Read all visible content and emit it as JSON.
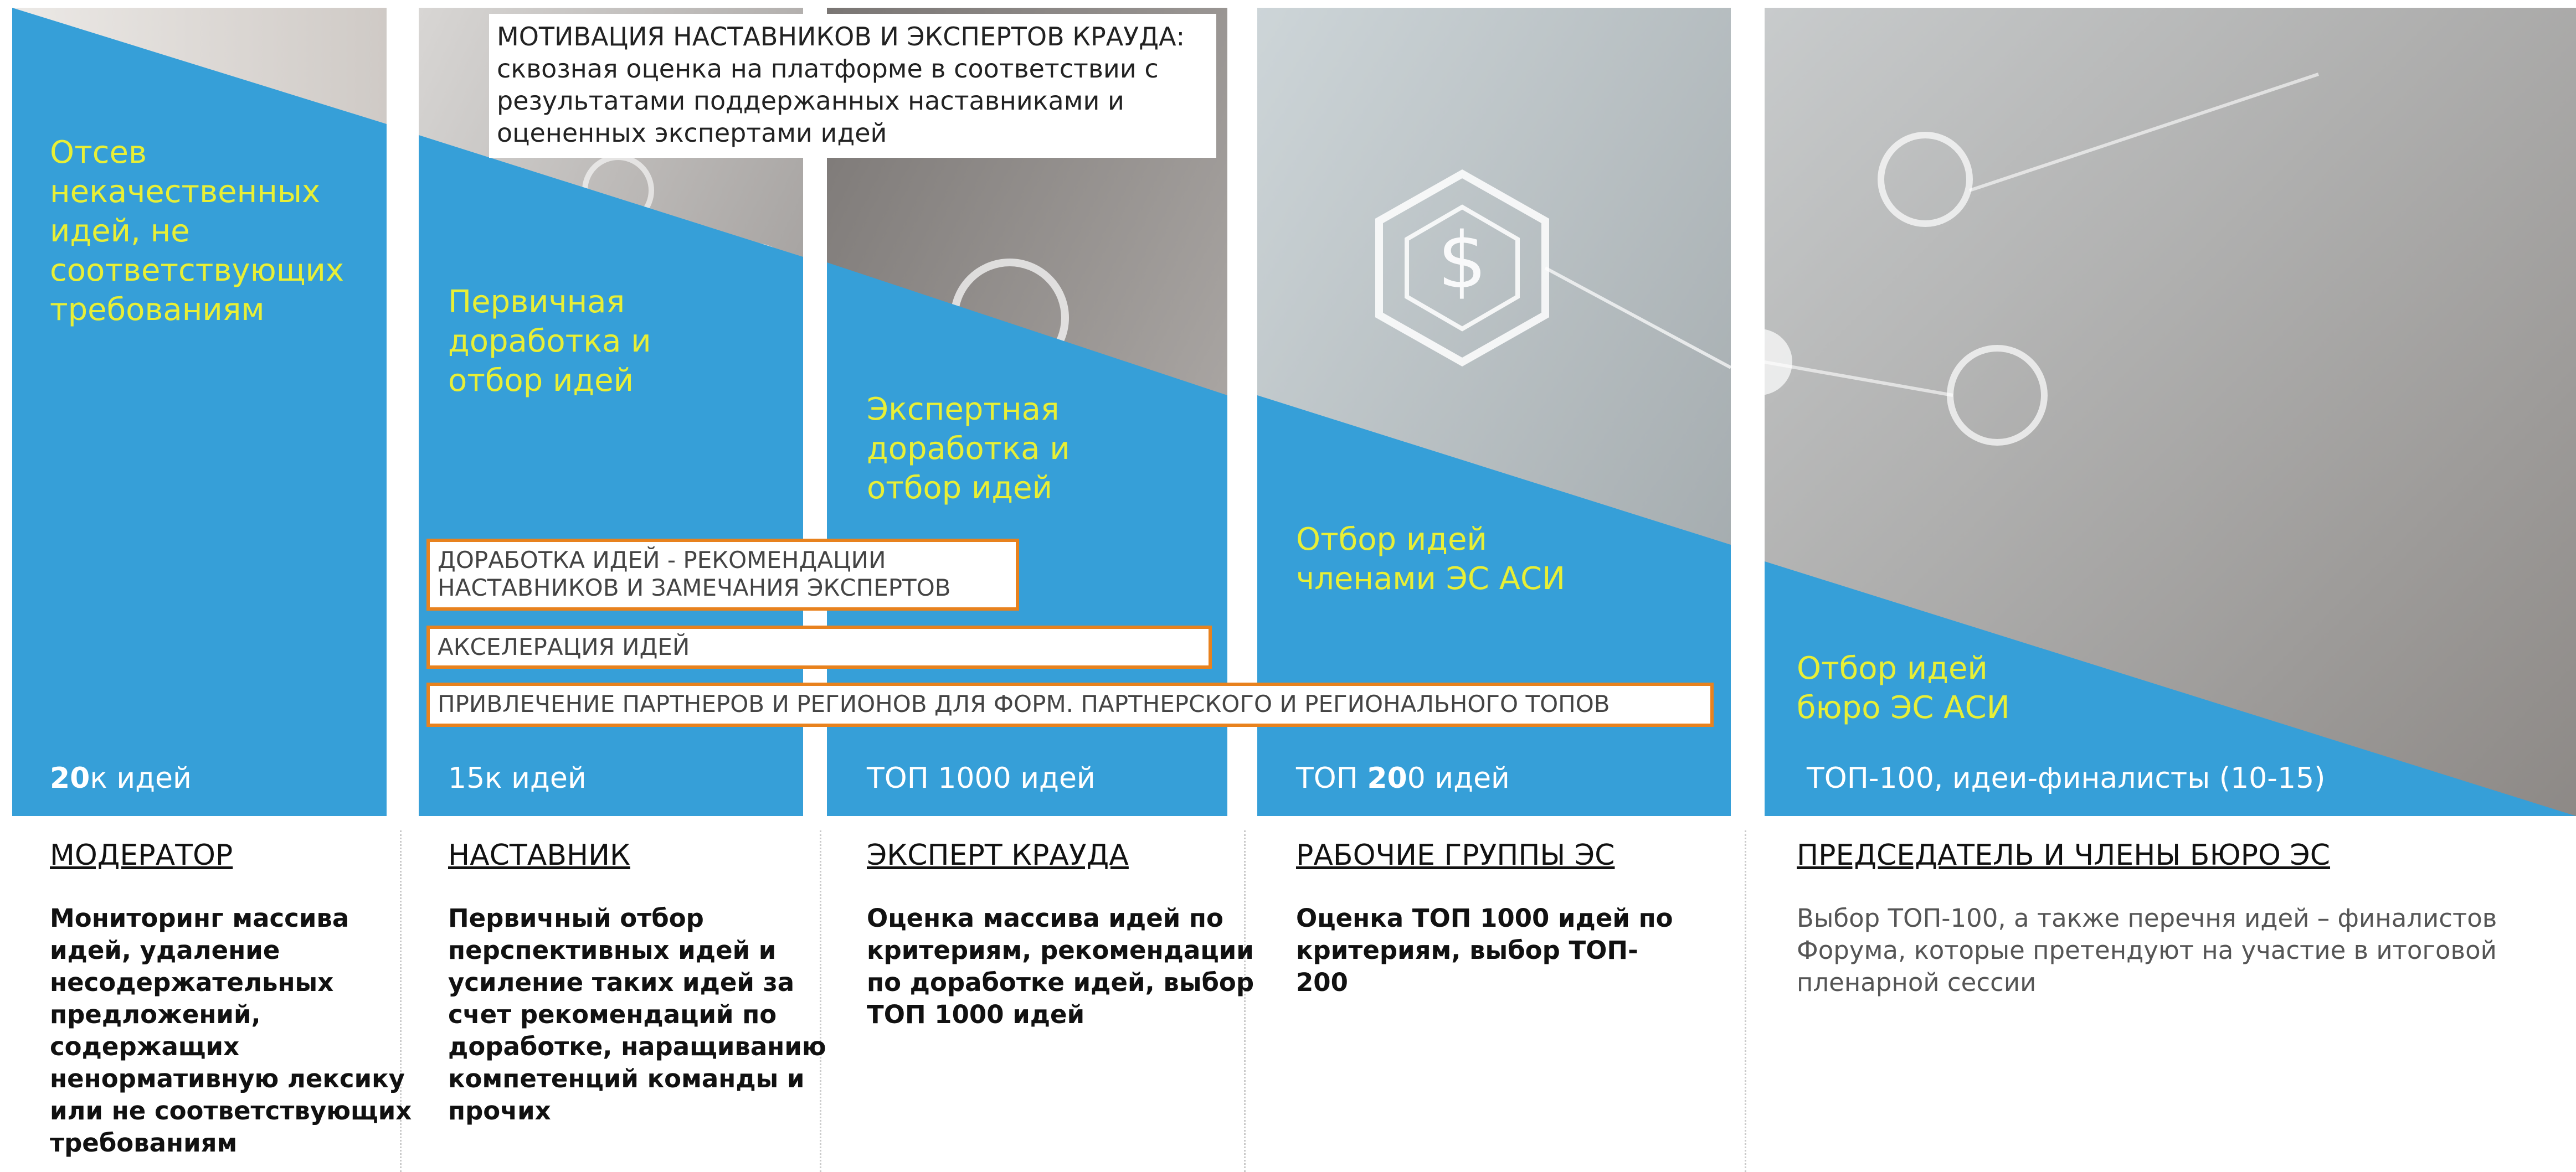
{
  "motivation": {
    "heading": "МОТИВАЦИЯ НАСТАВНИКОВ И ЭКСПЕРТОВ КРАУДА:",
    "text": "сквозная оценка на платформе в соответствии с результатами поддержанных наставниками и оцененных экспертами идей"
  },
  "colors": {
    "panel_blue": "#369fd8",
    "title_yellow": "#e8ef36",
    "banner_border": "#e8821e"
  },
  "panels": [
    {
      "title": "Отсев\nнекачественных\nидей, не\nсоответствующих\nтребованиям",
      "count_bold": "20",
      "count_rest": "к идей"
    },
    {
      "title": "Первичная\nдоработка и\nотбор идей",
      "count_bold": "",
      "count_rest": "15к идей"
    },
    {
      "title": "Экспертная\nдоработка и\nотбор идей",
      "count_bold": "",
      "count_rest": "ТОП 1000 идей"
    },
    {
      "title": "Отбор идей\nчленами ЭС АСИ",
      "count_pre": "ТОП ",
      "count_bold": "20",
      "count_rest": "0 идей"
    },
    {
      "title": "Отбор идей\nбюро ЭС АСИ",
      "count_bold": "",
      "count_rest": "ТОП-100, идеи-финалисты (10-15)"
    }
  ],
  "banners": [
    "ДОРАБОТКА ИДЕЙ - РЕКОМЕНДАЦИИ\nНАСТАВНИКОВ И ЗАМЕЧАНИЯ ЭКСПЕРТОВ",
    "АКСЕЛЕРАЦИЯ ИДЕЙ",
    "ПРИВЛЕЧЕНИЕ ПАРТНЕРОВ И РЕГИОНОВ ДЛЯ ФОРМ. ПАРТНЕРСКОГО И РЕГИОНАЛЬНОГО ТОПОВ"
  ],
  "roles": [
    {
      "name": "МОДЕРАТОР",
      "description": "Мониторинг массива\nидей, удаление\nнесодержательных\nпредложений,\nсодержащих\nненормативную лексику\nили не соответствующих\nтребованиям"
    },
    {
      "name": "НАСТАВНИК",
      "description": "Первичный отбор\nперспективных идей и\nусиление таких идей за\nсчет рекомендаций по\nдоработке, наращиванию\nкомпетенций команды и\nпрочих"
    },
    {
      "name": "ЭКСПЕРТ КРАУДА",
      "description": "Оценка массива идей по\nкритериям, рекомендации\nпо доработке идей, выбор\nТОП 1000 идей"
    },
    {
      "name": "РАБОЧИЕ ГРУППЫ ЭС",
      "description": "Оценка ТОП 1000 идей по\nкритериям, выбор ТОП-\n200"
    },
    {
      "name": "ПРЕДСЕДАТЕЛЬ И ЧЛЕНЫ БЮРО ЭС",
      "description": "Выбор ТОП-100, а также перечня идей – финалистов\nФорума, которые претендуют на участие в итоговой\nпленарной сессии"
    }
  ]
}
